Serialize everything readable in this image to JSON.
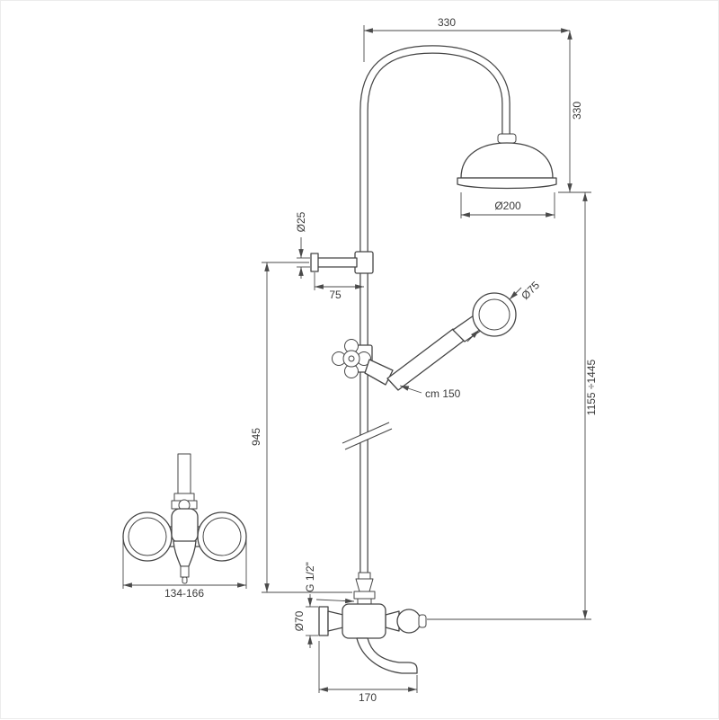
{
  "page": {
    "background": "#ffffff",
    "line_color": "#454545",
    "text_color": "#3a3a3a"
  },
  "drawing": {
    "type": "technical-diagram",
    "labels": {
      "top_width": "330",
      "head_height": "330",
      "head_diameter": "Ø200",
      "riser_diameter": "Ø25",
      "arm_length": "75",
      "handshower_diameter": "Ø75",
      "hose_length": "cm 150",
      "column_height": "945",
      "total_height": "1155 ÷1445",
      "thread_size": "G 1/2\"",
      "escutcheon_diameter": "Ø70",
      "spout_reach": "170",
      "wall_centers": "134-166"
    }
  }
}
